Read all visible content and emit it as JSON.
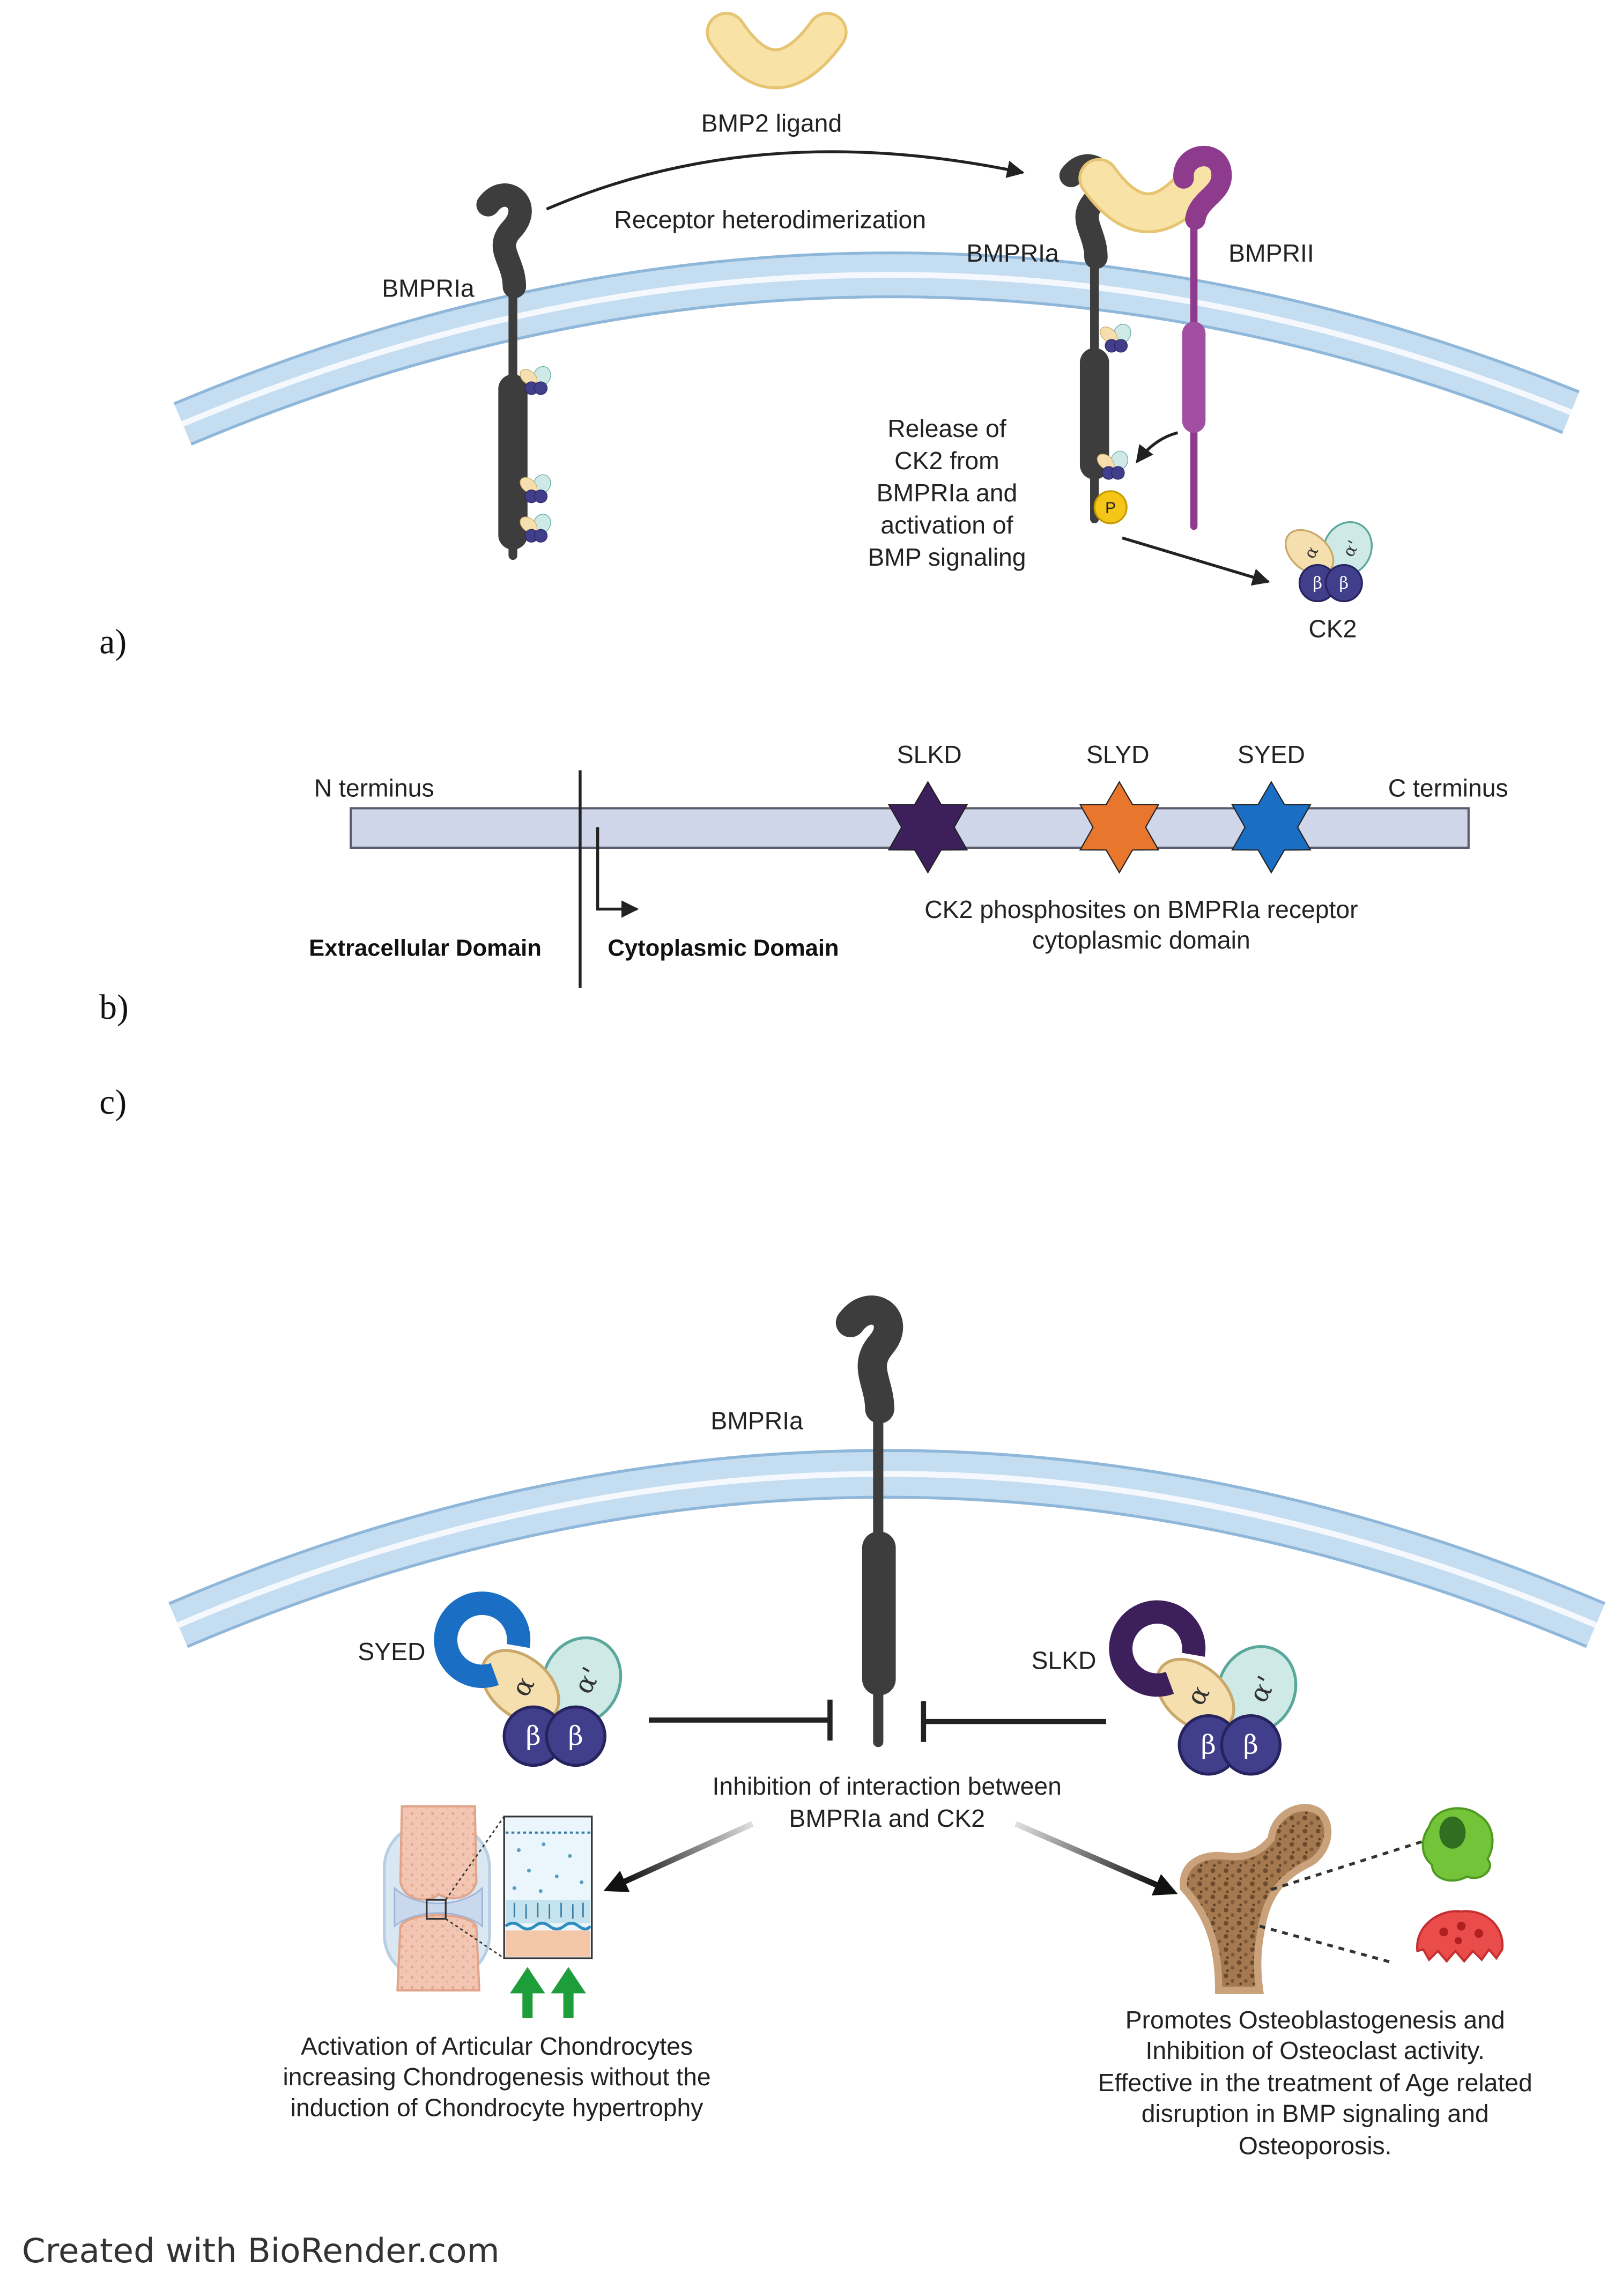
{
  "panel_a": {
    "label": "a)",
    "ligand_label": "BMP2 ligand",
    "arrow_label": "Receptor heterodimerization",
    "receptor_left_label": "BMPRIa",
    "receptor_right_label": "BMPRIa",
    "receptor_ii_label": "BMPRII",
    "release_text": [
      "Release of",
      "CK2 from",
      "BMPRIa and",
      "activation of",
      "BMP signaling"
    ],
    "phospho_label": "P",
    "ck2_label": "CK2"
  },
  "ck2_subunits": {
    "alpha": "α",
    "alpha_prime": "α'",
    "beta": "β"
  },
  "panel_b": {
    "label": "b)",
    "n_terminus": "N terminus",
    "c_terminus": "C terminus",
    "extracellular": "Extracellular Domain",
    "cytoplasmic": "Cytoplasmic Domain",
    "sites": [
      {
        "name": "SLKD",
        "color": "#3d1f5c"
      },
      {
        "name": "SLYD",
        "color": "#e8762d"
      },
      {
        "name": "SYED",
        "color": "#1a6fc4"
      }
    ],
    "caption": [
      "CK2 phosphosites on BMPRIa receptor",
      "cytoplasmic domain"
    ]
  },
  "panel_c": {
    "label": "c)",
    "receptor_label": "BMPRIa",
    "left_site": "SYED",
    "right_site": "SLKD",
    "inhibition_text": [
      "Inhibition of interaction between",
      "BMPRIa and CK2"
    ],
    "chondro_text": [
      "Activation of Articular Chondrocytes",
      "increasing Chondrogenesis without the",
      "induction of Chondrocyte hypertrophy"
    ],
    "osteo_text": [
      "Promotes Osteoblastogenesis and",
      "Inhibition of Osteoclast activity.",
      "Effective in the treatment of Age related",
      "disruption in BMP signaling and",
      "Osteoporosis."
    ]
  },
  "credit": "Created with BioRender.com",
  "colors": {
    "receptor_i": "#3d3d3d",
    "receptor_ii": "#8e3b8e",
    "ligand": "#f8e2a6",
    "ligand_edge": "#e6c472",
    "ck2_alpha": "#f5dfae",
    "ck2_alpha_edge": "#c9a86a",
    "ck2_alpha_prime": "#cfeae6",
    "ck2_alpha_prime_edge": "#5aa79c",
    "ck2_beta": "#413e8c",
    "ck2_beta_edge": "#26235f",
    "phospho": "#f5c518",
    "arrow_up": "#1e9e3a"
  }
}
